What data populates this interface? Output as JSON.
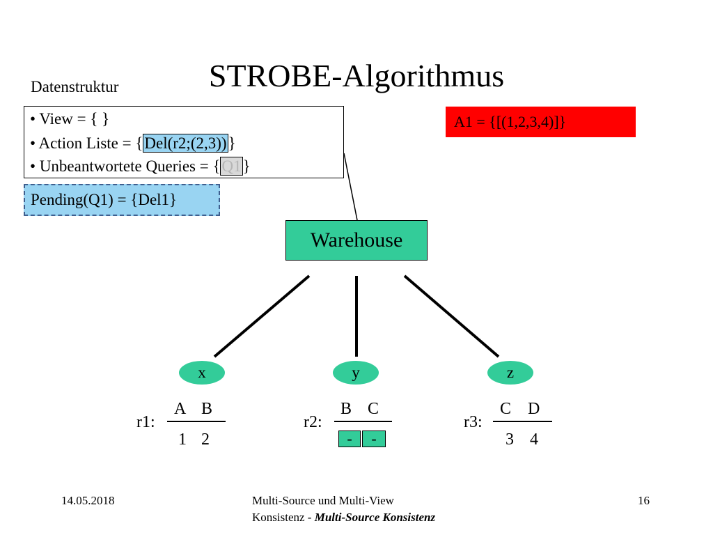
{
  "title": "STROBE-Algorithmus",
  "datenstruktur_label": "Datenstruktur",
  "datastructure": {
    "view": "View = { }",
    "action_prefix": "Action Liste = {",
    "action_highlight": "Del(r2;(2,3))",
    "action_suffix": "}",
    "queries_prefix": "Unbeantwortete Queries = {",
    "queries_highlight": "Q1",
    "queries_suffix": "}"
  },
  "bullet": "•",
  "answer": "A1 = {[(1,2,3,4)]}",
  "pending": "Pending(Q1) = {Del1}",
  "warehouse": "Warehouse",
  "sources": [
    "x",
    "y",
    "z"
  ],
  "relations": [
    {
      "name": "r1:",
      "cols": [
        "A",
        "B"
      ],
      "values": [
        "1",
        "2"
      ]
    },
    {
      "name": "r2:",
      "cols": [
        "B",
        "C"
      ],
      "values": [
        "-",
        "-"
      ]
    },
    {
      "name": "r3:",
      "cols": [
        "C",
        "D"
      ],
      "values": [
        "3",
        "4"
      ]
    }
  ],
  "colors": {
    "box_blue": "#99d4f2",
    "answer_red": "#ff0000",
    "node_green": "#33cc99"
  },
  "footer": {
    "date": "14.05.2018",
    "line1": "Multi-Source und Multi-View",
    "line2_prefix": "Konsistenz - ",
    "line2_italic": "Multi-Source Konsistenz",
    "page": "16"
  }
}
